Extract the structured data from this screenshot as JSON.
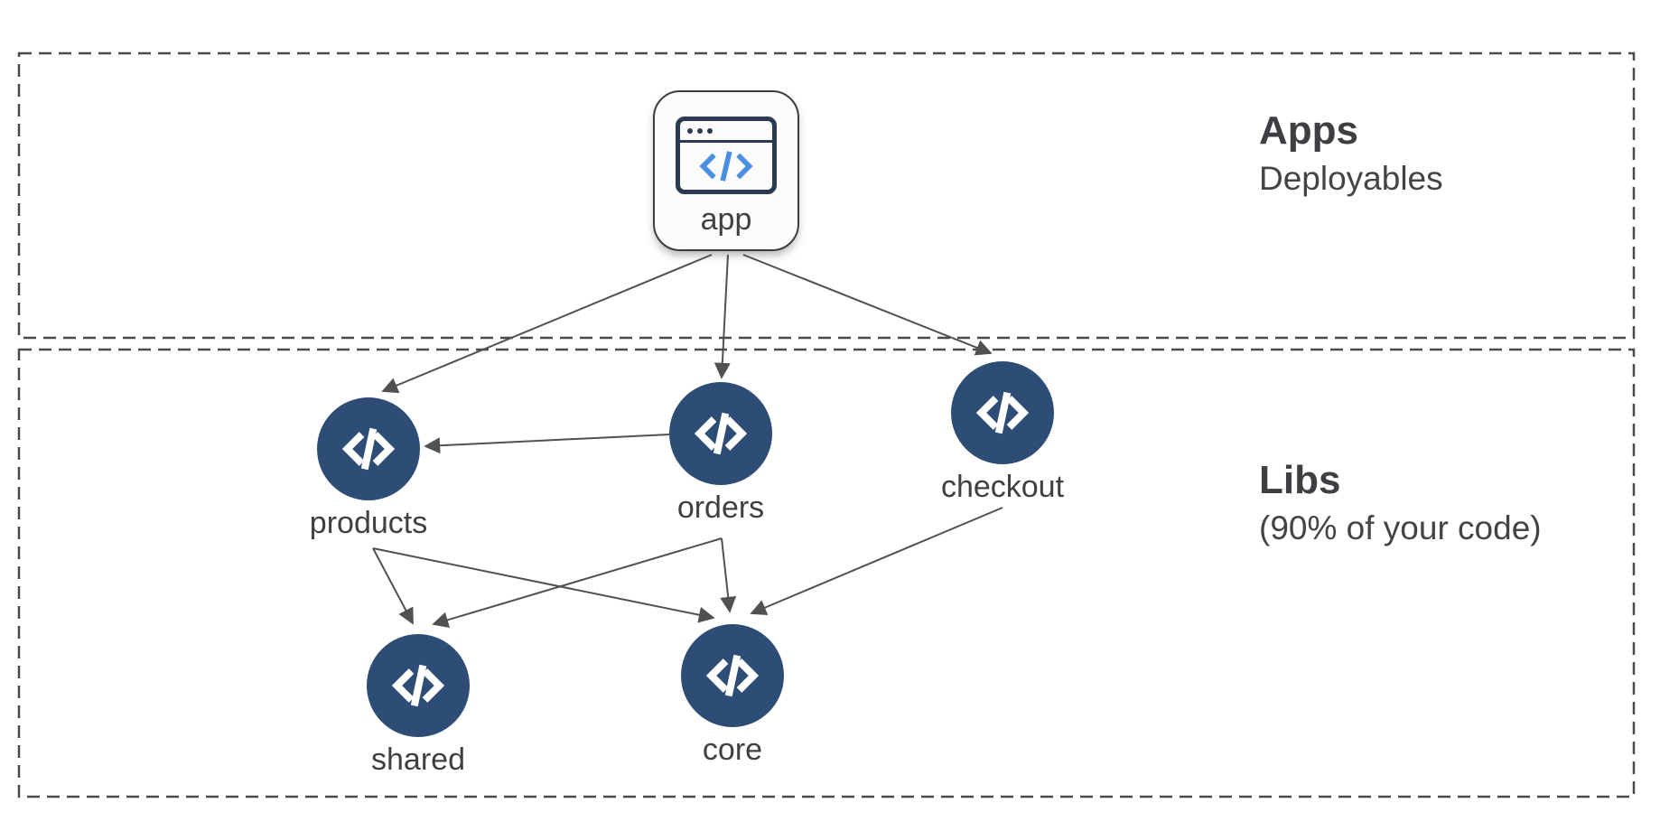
{
  "sections": {
    "apps": {
      "title": "Apps",
      "subtitle": "Deployables"
    },
    "libs": {
      "title": "Libs",
      "subtitle": "(90% of your code)"
    }
  },
  "nodes": {
    "app": {
      "label": "app",
      "icon": "browser-window-code-icon",
      "type": "application"
    },
    "products": {
      "label": "products",
      "icon": "code-icon",
      "type": "library"
    },
    "orders": {
      "label": "orders",
      "icon": "code-icon",
      "type": "library"
    },
    "checkout": {
      "label": "checkout",
      "icon": "code-icon",
      "type": "library"
    },
    "shared": {
      "label": "shared",
      "icon": "code-icon",
      "type": "library"
    },
    "core": {
      "label": "core",
      "icon": "code-icon",
      "type": "library"
    }
  },
  "edges": [
    {
      "from": "app",
      "to": "products"
    },
    {
      "from": "app",
      "to": "orders"
    },
    {
      "from": "app",
      "to": "checkout"
    },
    {
      "from": "orders",
      "to": "products"
    },
    {
      "from": "products",
      "to": "shared"
    },
    {
      "from": "products",
      "to": "core"
    },
    {
      "from": "orders",
      "to": "shared"
    },
    {
      "from": "orders",
      "to": "core"
    },
    {
      "from": "checkout",
      "to": "core"
    }
  ],
  "colors": {
    "node_circle_fill": "#2d4d76",
    "app_icon_outline": "#2b3a50",
    "app_icon_code_blue": "#4b8fe2",
    "arrow": "#515151",
    "dashed_border": "#4a4a4a",
    "text": "#3f4043",
    "background": "#ffffff"
  }
}
